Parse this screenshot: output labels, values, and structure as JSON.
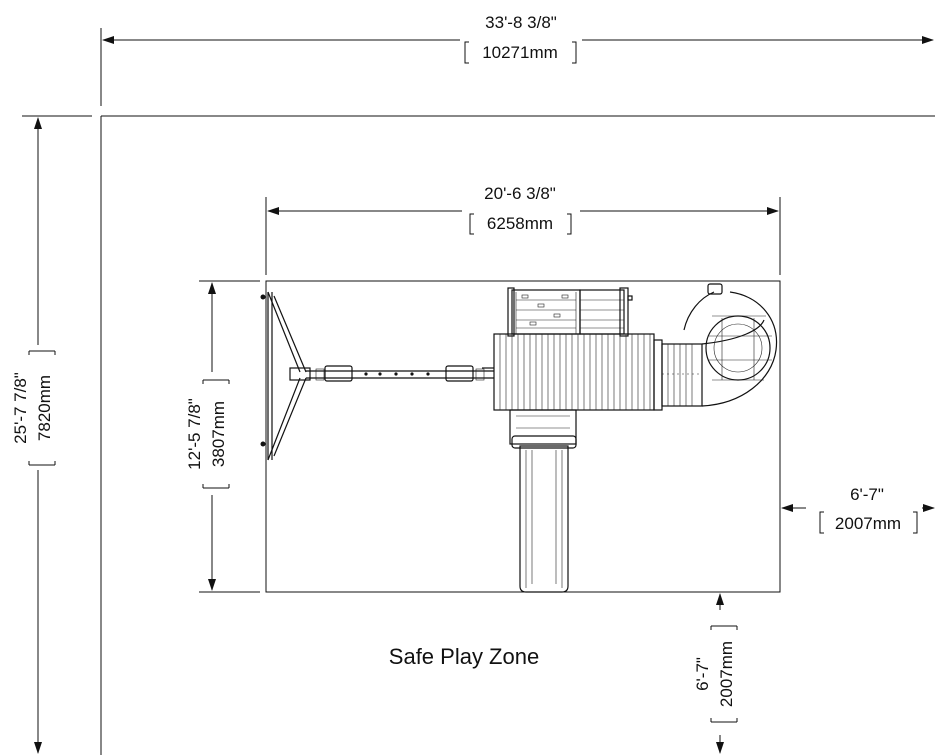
{
  "dimensions": {
    "overall_width": {
      "imperial": "33'-8 3/8\"",
      "metric": "10271mm"
    },
    "overall_depth": {
      "imperial": "25'-7 7/8\"",
      "metric": "7820mm"
    },
    "structure_width": {
      "imperial": "20'-6 3/8\"",
      "metric": "6258mm"
    },
    "structure_depth": {
      "imperial": "12'-5 7/8\"",
      "metric": "3807mm"
    },
    "side_clearance": {
      "imperial": "6'-7\"",
      "metric": "2007mm"
    },
    "front_clearance": {
      "imperial": "6'-7\"",
      "metric": "2007mm"
    }
  },
  "zone_label": "Safe Play Zone"
}
